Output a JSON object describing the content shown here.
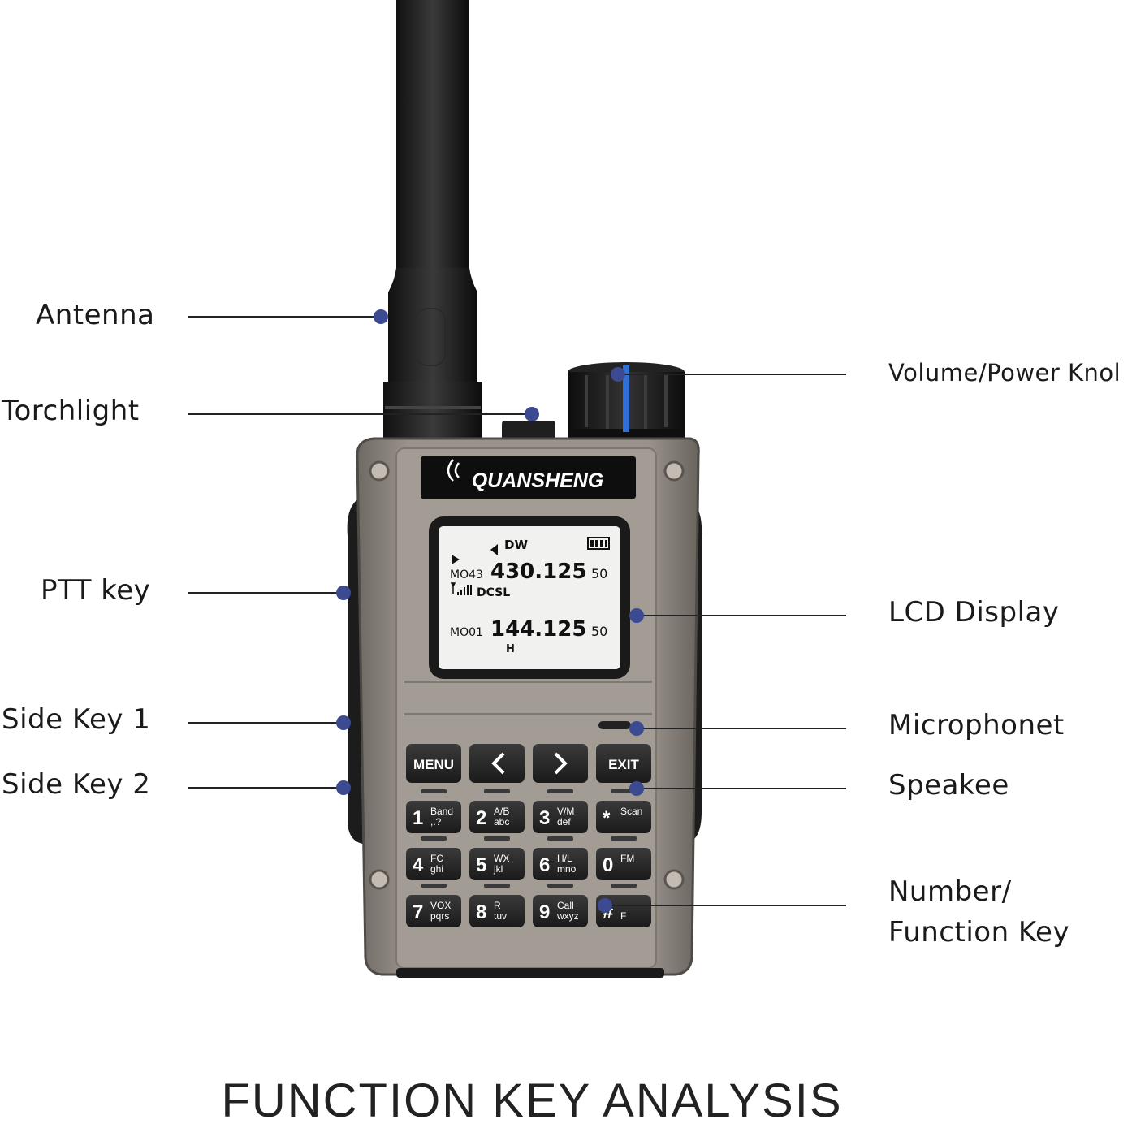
{
  "labels": {
    "antenna": "Antenna",
    "torchlight": "Torchlight",
    "ptt_key": "PTT key",
    "side_key_1": "Side Key 1",
    "side_key_2": "Side Key 2",
    "volume_power_knob": "Volume/Power Knol",
    "lcd_display": "LCD Display",
    "microphone": "Microphonet",
    "speaker": "Speakee",
    "number_function_key_line1": "Number/",
    "number_function_key_line2": "Function Key"
  },
  "brand": "QUANSHENG",
  "lcd": {
    "mode": "DW",
    "vfo_a_channel": "MO43",
    "vfo_a_freq": "430.125",
    "vfo_a_suffix": "50",
    "vfo_a_tone": "DCSL",
    "vfo_b_channel": "MO01",
    "vfo_b_freq": "144.125",
    "vfo_b_suffix": "50",
    "vfo_b_power": "H"
  },
  "keys": {
    "menu": "MENU",
    "exit": "EXIT",
    "k1": {
      "num": "1",
      "top": "Band",
      "bot": ",.?"
    },
    "k2": {
      "num": "2",
      "top": "A/B",
      "bot": "abc"
    },
    "k3": {
      "num": "3",
      "top": "V/M",
      "bot": "def"
    },
    "kstar": {
      "num": "*",
      "top": "Scan",
      "bot": ""
    },
    "k4": {
      "num": "4",
      "top": "FC",
      "bot": "ghi"
    },
    "k5": {
      "num": "5",
      "top": "WX",
      "bot": "jkl"
    },
    "k6": {
      "num": "6",
      "top": "H/L",
      "bot": "mno"
    },
    "k0": {
      "num": "0",
      "top": "FM",
      "bot": ""
    },
    "k7": {
      "num": "7",
      "top": "VOX",
      "bot": "pqrs"
    },
    "k8": {
      "num": "8",
      "top": "R",
      "bot": "tuv"
    },
    "k9": {
      "num": "9",
      "top": "Call",
      "bot": "wxyz"
    },
    "khash": {
      "num": "#",
      "top": "",
      "bot": "F"
    }
  },
  "title": "FUNCTION KEY ANALYSIS",
  "colors": {
    "dot": "#3b4a91",
    "body": "#8e8781",
    "accent_knob": "#2f6fd6"
  }
}
